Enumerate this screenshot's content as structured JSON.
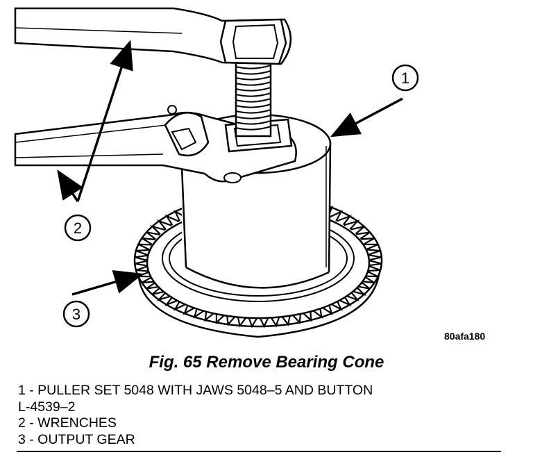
{
  "figure": {
    "code": "80afa180",
    "caption": "Fig. 65 Remove Bearing Cone"
  },
  "callouts": [
    {
      "number": "1"
    },
    {
      "number": "2"
    },
    {
      "number": "3"
    }
  ],
  "legend": [
    {
      "line1": "1 - PULLER SET 5048 WITH JAWS 5048–5 AND BUTTON",
      "line2": "L-4539–2"
    },
    {
      "line1": "2 - WRENCHES"
    },
    {
      "line1": "3 - OUTPUT GEAR"
    }
  ]
}
